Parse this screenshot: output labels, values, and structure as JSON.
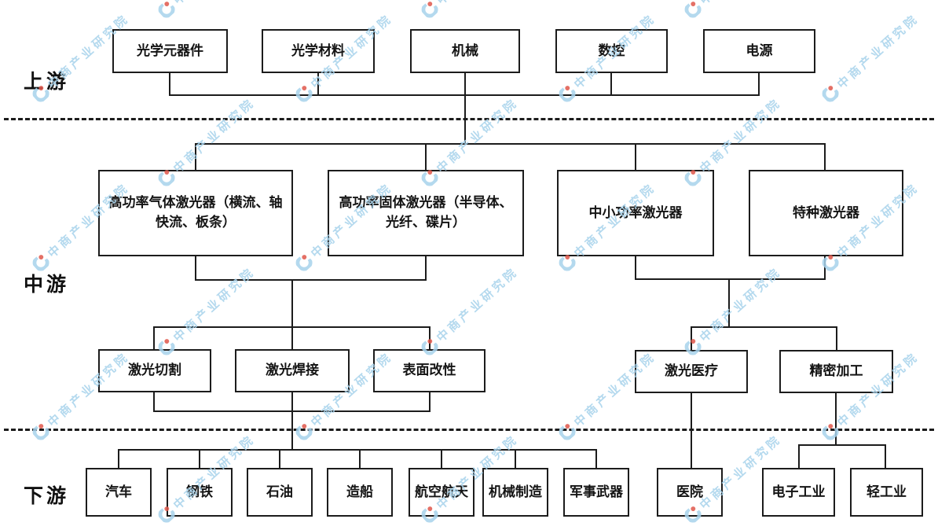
{
  "stage_labels": {
    "upstream": "上游",
    "midstream": "中游",
    "downstream": "下游"
  },
  "upstream_nodes": [
    "光学元器件",
    "光学材料",
    "机械",
    "数控",
    "电源"
  ],
  "midstream_laser_nodes": [
    "高功率气体激光器（横流、轴快流、板条）",
    "高功率固体激光器（半导体、光纤、碟片）",
    "中小功率激光器",
    "特种激光器"
  ],
  "midstream_application_nodes": [
    "激光切割",
    "激光焊接",
    "表面改性",
    "激光医疗",
    "精密加工"
  ],
  "downstream_nodes": [
    "汽车",
    "钢铁",
    "石油",
    "造船",
    "航空航天",
    "机械制造",
    "军事武器",
    "医院",
    "电子工业",
    "轻工业"
  ],
  "watermark": {
    "text": "中商产业研究院",
    "logo": "crescent-circle-logo",
    "text_color": "#a7d3ec",
    "logo_blue": "#a7d3ec",
    "logo_red": "#e0584c"
  },
  "colors": {
    "line": "#1c1c1c",
    "box_border": "#1c1c1c",
    "background": "#ffffff"
  }
}
